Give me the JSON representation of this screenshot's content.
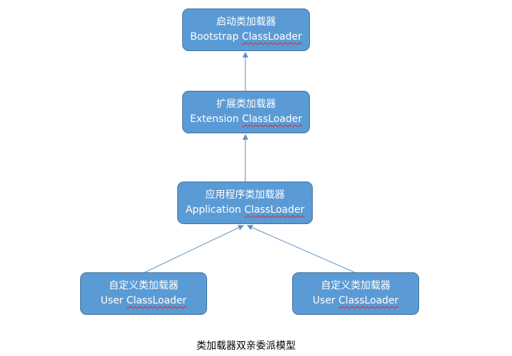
{
  "nodes": {
    "bootstrap": {
      "zh": "启动类加载器",
      "en": "Bootstrap",
      "cls": "ClassLoader"
    },
    "extension": {
      "zh": "扩展类加载器",
      "en": "Extension",
      "cls": "ClassLoader"
    },
    "application": {
      "zh": "应用程序类加载器",
      "en": "Application",
      "cls": "ClassLoader"
    },
    "user1": {
      "zh": "自定义类加载器",
      "en": "User",
      "cls": "ClassLoader"
    },
    "user2": {
      "zh": "自定义类加载器",
      "en": "User",
      "cls": "ClassLoader"
    }
  },
  "caption": "类加载器双亲委派模型",
  "colors": {
    "box_fill": "#5b9bd5",
    "box_border": "#41719c",
    "arrow": "#5b8fc7"
  }
}
